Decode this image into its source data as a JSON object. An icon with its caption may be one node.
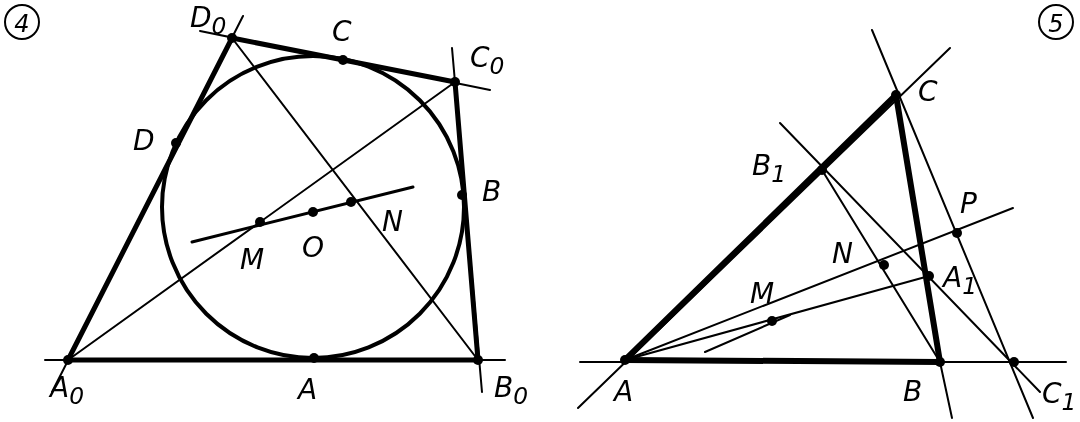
{
  "diagram": {
    "labels": [
      "4",
      "D$_{0}$",
      "C",
      "C$_{0}$",
      "D",
      "B",
      "M",
      "O",
      "N",
      "A$_{0}$",
      "A",
      "B$_{0}$",
      "5",
      "C",
      "B$_{1}$",
      "P",
      "N",
      "M",
      "A$_{1}$",
      "A",
      "B",
      "C$_{1}$"
    ]
  }
}
